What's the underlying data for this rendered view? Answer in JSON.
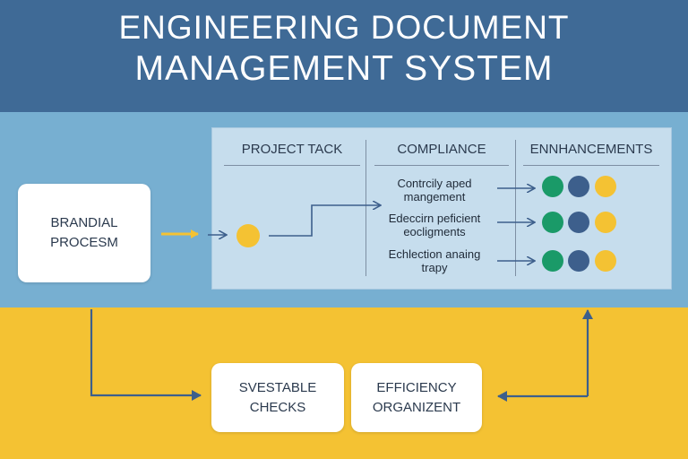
{
  "header": {
    "title_line1": "ENGINEERING DOCUMENT",
    "title_line2": "MANAGEMENT  SYSTEM"
  },
  "panel": {
    "columns": [
      "PROJECT TACK",
      "COMPLIANCE",
      "ENNHANCEMENTS"
    ],
    "rows": [
      {
        "line1": "Contrcily aped",
        "line2": "mangement"
      },
      {
        "line1": "Edeccirn peficient",
        "line2": "eocligments"
      },
      {
        "line1": "Echlection anaing",
        "line2": "trapy"
      }
    ]
  },
  "cards": {
    "left": {
      "line1": "BRANDIAL",
      "line2": "PROCESM"
    },
    "bottom_left": {
      "line1": "SVESTABLE",
      "line2": "CHECKS"
    },
    "bottom_right": {
      "line1": "EFFICIENCY",
      "line2": "ORGANIZENT"
    }
  },
  "colors": {
    "title_band": "#3f6a96",
    "middle_band": "#77afd1",
    "bottom_band": "#f4c233",
    "panel": "#c6dded",
    "green": "#1a9a68",
    "blue": "#3d5f8c",
    "yellow": "#f4c233",
    "arrow": "#3d5f8c"
  }
}
